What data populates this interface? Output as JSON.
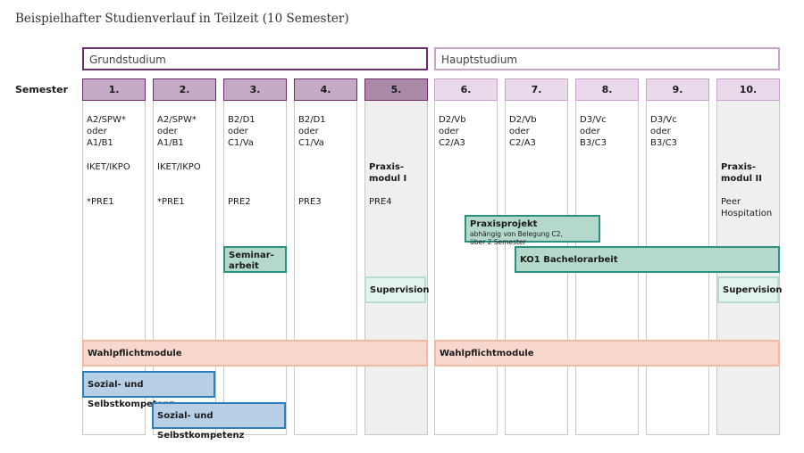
{
  "title": "Beispielhafter Studienverlauf in Teilzeit (10 Semester)",
  "phases": {
    "grund": "Grundstudium",
    "haupt": "Hauptstudium"
  },
  "semester_label": "Semester",
  "semesters": [
    "1.",
    "2.",
    "3.",
    "4.",
    "5.",
    "6.",
    "7.",
    "8.",
    "9.",
    "10."
  ],
  "row1": [
    "A2/SPW*\noder\nA1/B1",
    "A2/SPW*\noder\nA1/B1",
    "B2/D1\noder\nC1/Va",
    "B2/D1\noder\nC1/Va",
    "",
    "D2/Vb\noder\nC2/A3",
    "D2/Vb\noder\nC2/A3",
    "D3/Vc\noder\nB3/C3",
    "D3/Vc\noder\nB3/C3",
    ""
  ],
  "row2": [
    "IKET/IKPO",
    "IKET/IKPO",
    "",
    "",
    "Praxis-\nmodul I",
    "",
    "",
    "",
    "",
    "Praxis-\nmodul II"
  ],
  "row3": [
    "*PRE1",
    "*PRE1",
    "PRE2",
    "PRE3",
    "PRE4",
    "",
    "",
    "",
    "",
    "Peer\nHospitation"
  ],
  "boxes": {
    "praxisprojekt_title": "Praxisprojekt",
    "praxisprojekt_note": "abhängig von Belegung C2,\nüber 2 Semester",
    "seminararbeit": "Seminar-\narbeit",
    "bachelorarbeit": "KO1 Bachelorarbeit",
    "supervision_5": "Supervision",
    "supervision_10": "Supervision",
    "wahlpflicht_grund": "Wahlpflichtmodule",
    "wahlpflicht_haupt": "Wahlpflichtmodule",
    "sozial_1": "Sozial- und Selbstkompetenz",
    "sozial_2": "Sozial- und Selbstkompetenz"
  },
  "colors": {
    "grund_border": "#6b2e6b",
    "haupt_border": "#c9a3cc",
    "teal": "#2c9080",
    "blue": "#2e7fb8",
    "peach": "#f2b8a6"
  }
}
